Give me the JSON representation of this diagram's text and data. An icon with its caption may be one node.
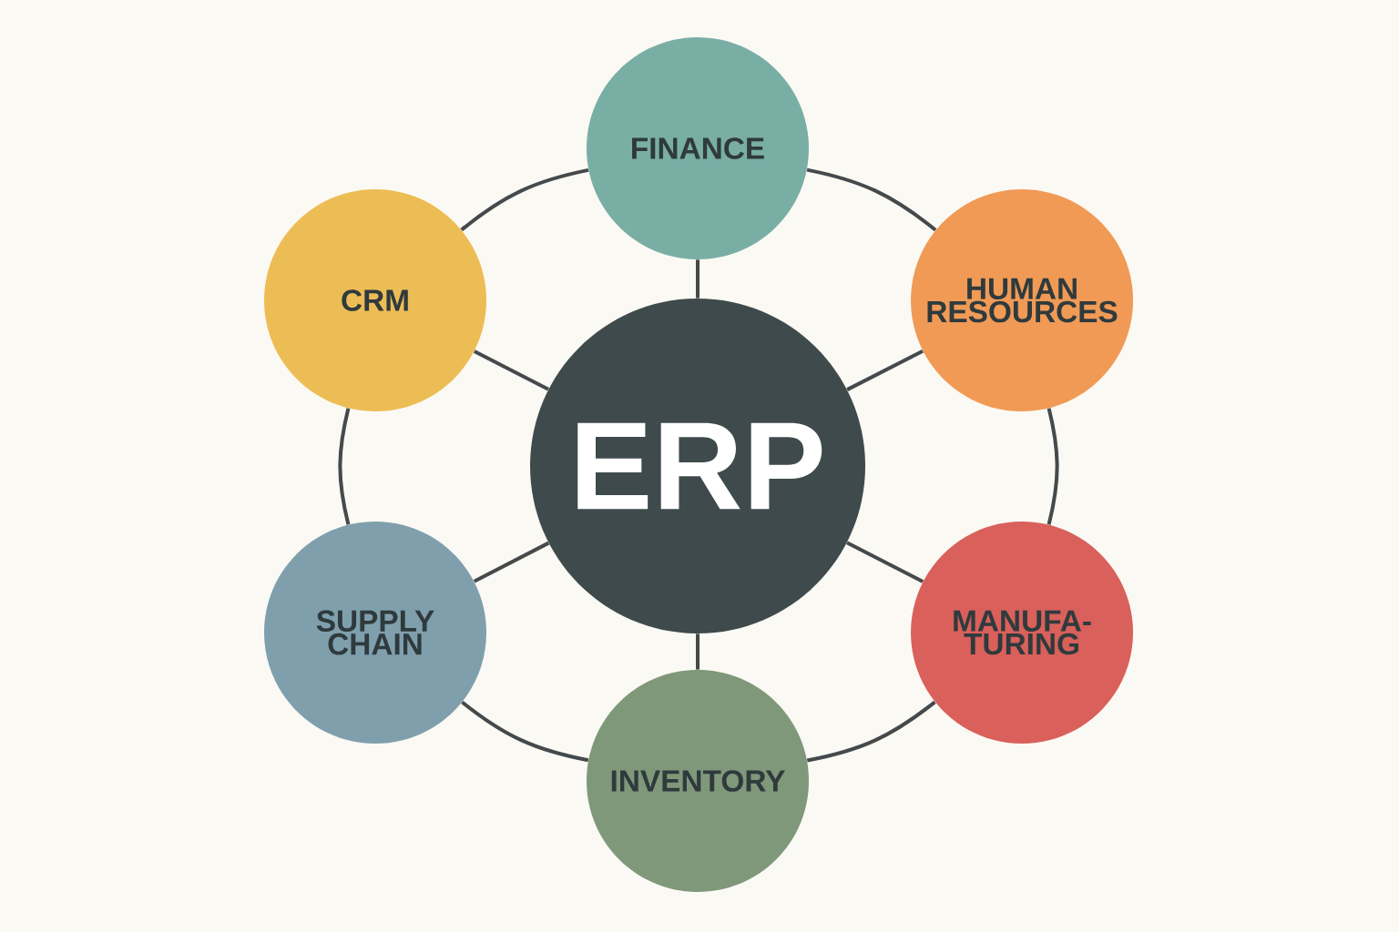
{
  "diagram": {
    "nodes": [
      {
        "text": [
          "ERP"
        ]
      },
      {
        "text": [
          "FINANCE"
        ]
      },
      {
        "text": [
          "HUMAN RESOURCES"
        ]
      },
      {
        "text": [
          "MANUFA- TURING"
        ]
      },
      {
        "text": [
          "INVENTORY"
        ]
      },
      {
        "text": [
          "SUPPLY CHAIN"
        ]
      },
      {
        "text": [
          "CRM"
        ]
      }
    ],
    "edges": [
      {
        "from": 0,
        "to": 1,
        "arrow": "none"
      },
      {
        "from": 0,
        "to": 2,
        "arrow": "none"
      },
      {
        "from": 0,
        "to": 3,
        "arrow": "none"
      },
      {
        "from": 0,
        "to": 4,
        "arrow": "none"
      },
      {
        "from": 0,
        "to": 5,
        "arrow": "none"
      },
      {
        "from": 0,
        "to": 6,
        "arrow": "none"
      },
      {
        "from": 1,
        "to": 2,
        "arrow": "none"
      },
      {
        "from": 2,
        "to": 3,
        "arrow": "none"
      },
      {
        "from": 3,
        "to": 4,
        "arrow": "none"
      },
      {
        "from": 4,
        "to": 5,
        "arrow": "none"
      },
      {
        "from": 5,
        "to": 6,
        "arrow": "none"
      },
      {
        "from": 6,
        "to": 1,
        "arrow": "none"
      }
    ]
  }
}
